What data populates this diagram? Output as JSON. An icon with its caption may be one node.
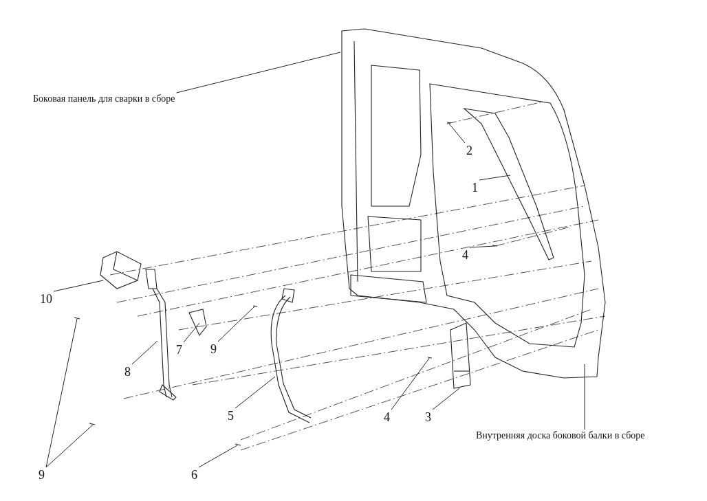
{
  "diagram": {
    "nodes": [
      {
        "text": [
          "Боковая панель для сварки в сборе"
        ]
      },
      {
        "text": [
          "2"
        ]
      },
      {
        "text": [
          "1"
        ]
      },
      {
        "text": [
          "4"
        ]
      },
      {
        "text": [
          "10"
        ]
      },
      {
        "text": [
          "7"
        ]
      },
      {
        "text": [
          "9"
        ]
      },
      {
        "text": [
          "8"
        ]
      },
      {
        "text": [
          "5"
        ]
      },
      {
        "text": [
          "4"
        ]
      },
      {
        "text": [
          "3"
        ]
      },
      {
        "text": [
          "Внутренняя доска боковой балки в сборе"
        ]
      },
      {
        "text": [
          "9"
        ]
      },
      {
        "text": [
          "6"
        ]
      }
    ],
    "edges": [
      {
        "from": 0,
        "to": null,
        "arrow": "none"
      },
      {
        "from": 1,
        "to": null,
        "arrow": "none"
      },
      {
        "from": 2,
        "to": null,
        "arrow": "none"
      },
      {
        "from": 3,
        "to": null,
        "arrow": "none"
      },
      {
        "from": 4,
        "to": null,
        "arrow": "none"
      },
      {
        "from": 5,
        "to": null,
        "arrow": "none"
      },
      {
        "from": 6,
        "to": null,
        "arrow": "none"
      },
      {
        "from": 7,
        "to": null,
        "arrow": "none"
      },
      {
        "from": 8,
        "to": null,
        "arrow": "none"
      },
      {
        "from": 9,
        "to": null,
        "arrow": "none"
      },
      {
        "from": 10,
        "to": null,
        "arrow": "none"
      },
      {
        "from": 11,
        "to": null,
        "arrow": "none"
      },
      {
        "from": 12,
        "to": null,
        "arrow": "none"
      },
      {
        "from": 12,
        "to": null,
        "arrow": "none"
      },
      {
        "from": 13,
        "to": null,
        "arrow": "none"
      }
    ]
  }
}
